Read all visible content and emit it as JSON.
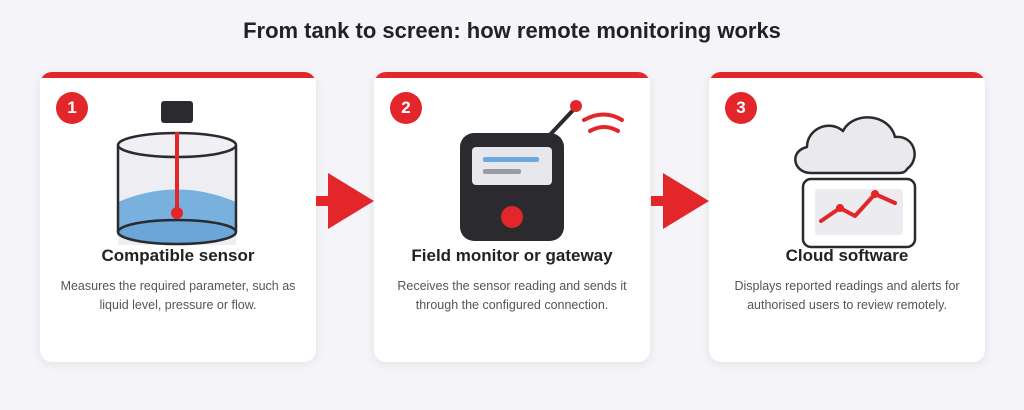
{
  "page": {
    "title": "From tank to screen: how remote monitoring works"
  },
  "steps": [
    {
      "number": "1",
      "title": "Compatible sensor",
      "description": "Measures the required parameter, such as liquid level, pressure or flow.",
      "icon": "tank-sensor-icon"
    },
    {
      "number": "2",
      "title": "Field monitor or gateway",
      "description": "Receives the sensor reading and sends it through the configured connection.",
      "icon": "gateway-device-icon"
    },
    {
      "number": "3",
      "title": "Cloud software",
      "description": "Displays reported readings and alerts for authorised users to review remotely.",
      "icon": "cloud-chart-icon"
    }
  ],
  "colors": {
    "accent": "#e3262a",
    "dark": "#2b2b2f",
    "water": "#79b1de",
    "background": "#f5f5f9"
  }
}
